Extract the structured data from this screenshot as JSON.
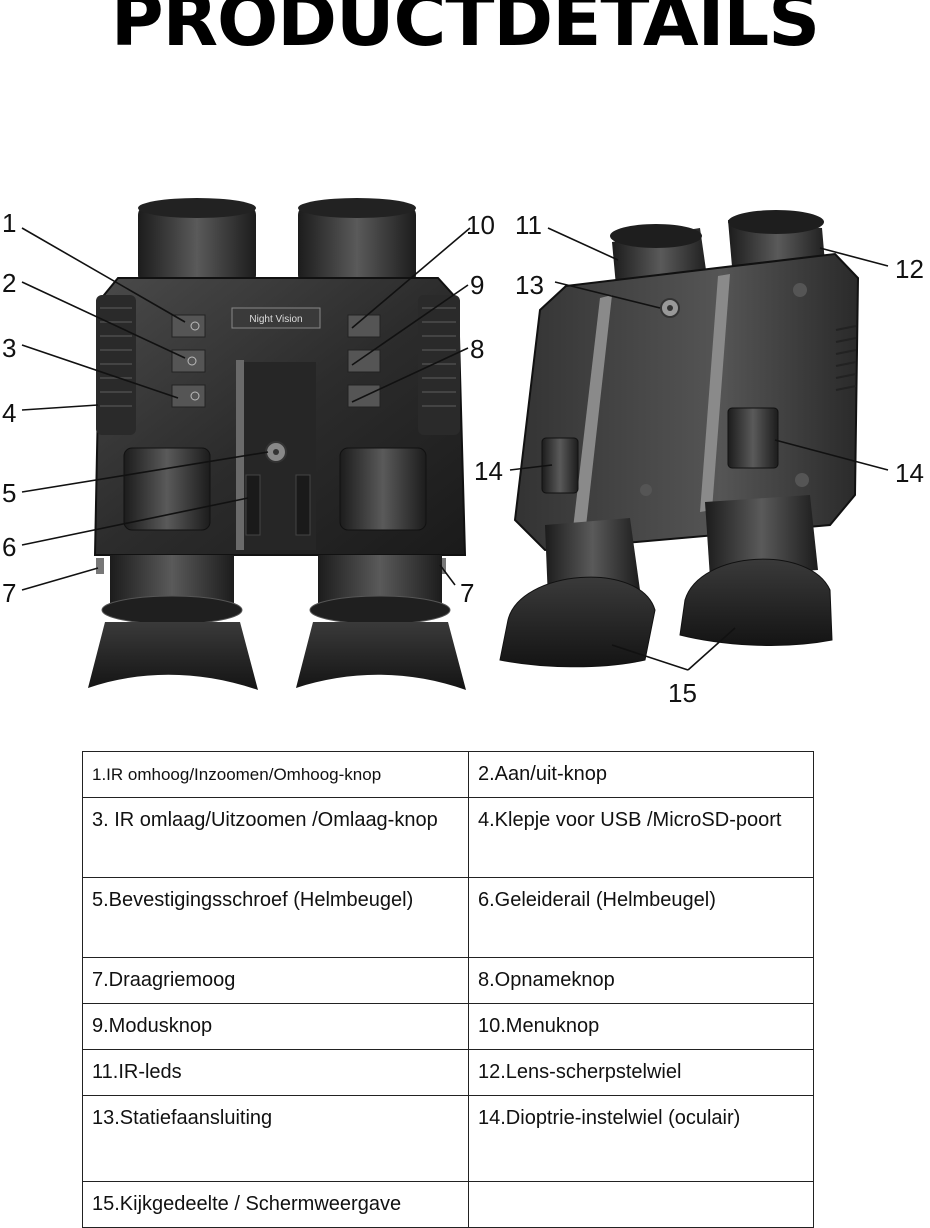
{
  "title": "PRODUCTDETAILS",
  "device_badge": "Night Vision",
  "callouts": {
    "c1": "1",
    "c2": "2",
    "c3": "3",
    "c4": "4",
    "c5": "5",
    "c6": "6",
    "c7a": "7",
    "c7b": "7",
    "c8": "8",
    "c9": "9",
    "c10": "10",
    "c11": "11",
    "c12": "12",
    "c13": "13",
    "c14a": "14",
    "c14b": "14",
    "c15": "15"
  },
  "table": {
    "rows": [
      {
        "left": "1.IR omhoog/Inzoomen/Omhoog-knop",
        "right": "2.Aan/uit-knop"
      },
      {
        "left": "3.    IR omlaag/Uitzoomen /Omlaag-knop",
        "right": "4.Klepje voor USB /MicroSD-poort"
      },
      {
        "left": "5.Bevestigingsschroef (Helmbeugel)",
        "right": "6.Geleiderail (Helmbeugel)"
      },
      {
        "left": "7.Draagriemoog",
        "right": "8.Opnameknop"
      },
      {
        "left": "9.Modusknop",
        "right": "10.Menuknop"
      },
      {
        "left": "11.IR-leds",
        "right": "12.Lens-scherpstelwiel"
      },
      {
        "left": "13.Statiefaansluiting",
        "right": "14.Dioptrie-instelwiel (oculair)"
      },
      {
        "left": "15.Kijkgedeelte / Schermweergave",
        "right": ""
      }
    ]
  }
}
